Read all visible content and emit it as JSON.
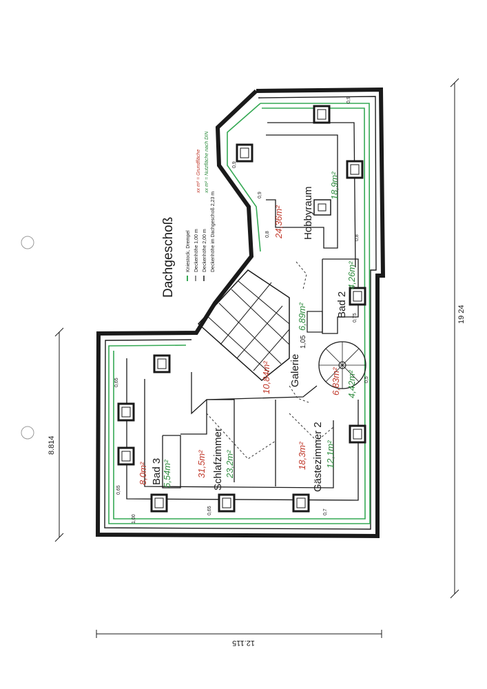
{
  "title": "Dachgeschoß",
  "legend": {
    "knie": "Kniestock, Drempel",
    "h100": "Deckenhöhe 1,00 m",
    "h200": "Deckenhöhe 2,00 m",
    "h223": "Deckenhöhe im Dachgeschoß 2,23 m",
    "grund": "xx m² = Grundfläche",
    "nutz": "xx m² = Nutzfläche nach DIN",
    "colors": {
      "knie": "#34a853",
      "grund": "#c0392b",
      "nutz": "#2e8b3e"
    }
  },
  "rooms": {
    "hobby": {
      "name": "Hobbyraum",
      "grund": "24,36m²",
      "nutz": "18,9m²"
    },
    "bad2": {
      "name": "Bad 2",
      "nutz": "4,26m²"
    },
    "galerie": {
      "name": "Galerie",
      "grund": "10,84m²",
      "nutz": "6,89m²",
      "dim": "1,05"
    },
    "gaeste": {
      "name": "Gästezimmer 2",
      "grund": "18,3m²",
      "nutz": "12,1m²",
      "grund2": "6,83m²",
      "nutz2": "4,42m²"
    },
    "schlaf": {
      "name": "Schlafzimmer",
      "grund": "31,5m²",
      "nutz": "23,2m²"
    },
    "bad3": {
      "name": "Bad 3",
      "grund": "8,0m²",
      "nutz": "5,54m²"
    }
  },
  "dims": {
    "total_right": "19 24",
    "left": "8.814",
    "bottom": "12.115",
    "d09a": "0,9",
    "d09b": "0,9",
    "d09c": "0,9",
    "d08a": "0,8",
    "d08b": "0,8",
    "d075": "0,75",
    "d05": "0,5",
    "d065a": "0,65",
    "d065b": "0,65",
    "d065c": "0,65",
    "d100": "1,00",
    "d07": "0,7"
  }
}
